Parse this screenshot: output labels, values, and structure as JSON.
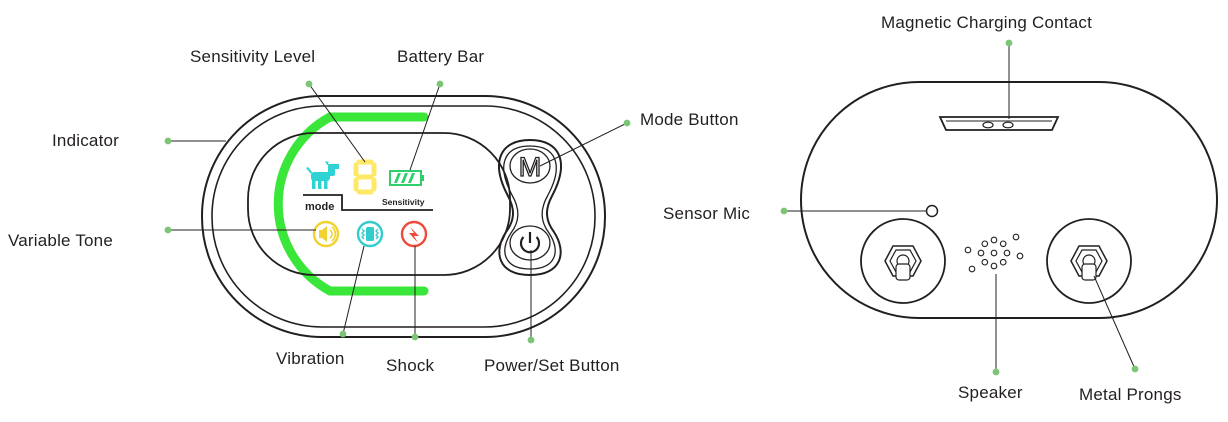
{
  "labels": {
    "indicator": "Indicator",
    "sensitivity_level": "Sensitivity Level",
    "battery_bar": "Battery Bar",
    "mode_button": "Mode Button",
    "variable_tone": "Variable Tone",
    "vibration": "Vibration",
    "shock": "Shock",
    "power_set_button": "Power/Set Button",
    "magnetic_charging_contact": "Magnetic Charging Contact",
    "sensor_mic": "Sensor Mic",
    "speaker": "Speaker",
    "metal_prongs": "Metal Prongs"
  },
  "display": {
    "mode_text": "mode",
    "sensitivity_text": "Sensitivity",
    "digit": "8",
    "mode_key": "M"
  },
  "icons": {
    "dog": "dog-icon",
    "battery": "battery-icon",
    "tone": "speaker-tone-icon",
    "vibration": "vibration-icon",
    "shock": "lightning-icon",
    "power": "power-icon"
  },
  "colors": {
    "indicator_green": "#39e639",
    "leader_dot": "#7cc576",
    "outline": "#231f20",
    "dog_cyan": "#2fd3d3",
    "digit_yellow": "#ffe866",
    "battery_green": "#2fcf6e",
    "tone_yellow": "#f2d230",
    "vibration_cyan": "#33cccc",
    "shock_red": "#ee4b3a"
  }
}
